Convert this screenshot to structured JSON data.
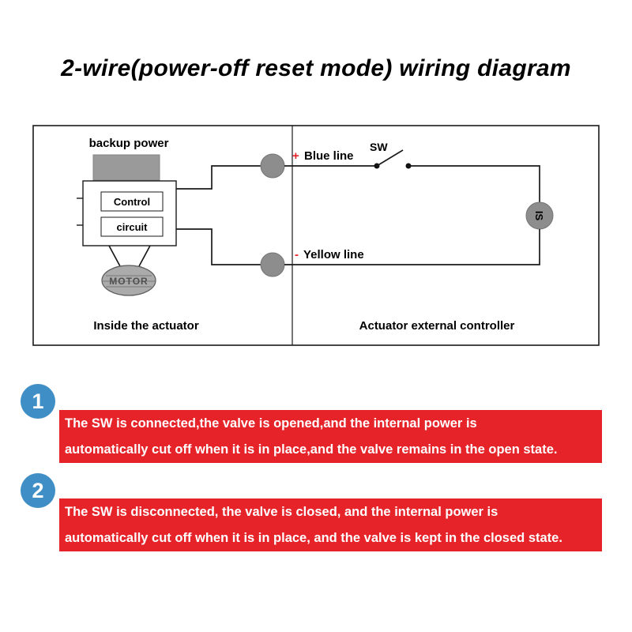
{
  "title": "2-wire(power-off reset mode) wiring diagram",
  "diagram": {
    "backup_power_label": "backup power",
    "control_circuit": {
      "line1": "Control",
      "line2": "circuit"
    },
    "motor_label": "MOTOR",
    "terminals": {
      "blue": {
        "sign": "+",
        "label": "Blue line"
      },
      "yellow": {
        "sign": "-",
        "label": "Yellow line"
      }
    },
    "switch_label": "SW",
    "indicator_label": "IS",
    "section_left_label": "Inside the actuator",
    "section_right_label": "Actuator external controller"
  },
  "notes": [
    {
      "number": "1",
      "lines": [
        "The SW is connected,the valve is opened,and the internal power is",
        "automatically cut off when it is in place,and the valve remains in the open state."
      ]
    },
    {
      "number": "2",
      "lines": [
        "The SW is disconnected, the valve is closed, and the internal power is",
        "automatically cut off when it is in place, and the valve is kept in the closed state."
      ]
    }
  ],
  "colors": {
    "banner_red": "#e62329",
    "badge_blue": "#3f8ec6",
    "sign_red": "#e62329",
    "terminal_gray": "#8d8d8d",
    "wire_black": "#1a1a1a"
  }
}
